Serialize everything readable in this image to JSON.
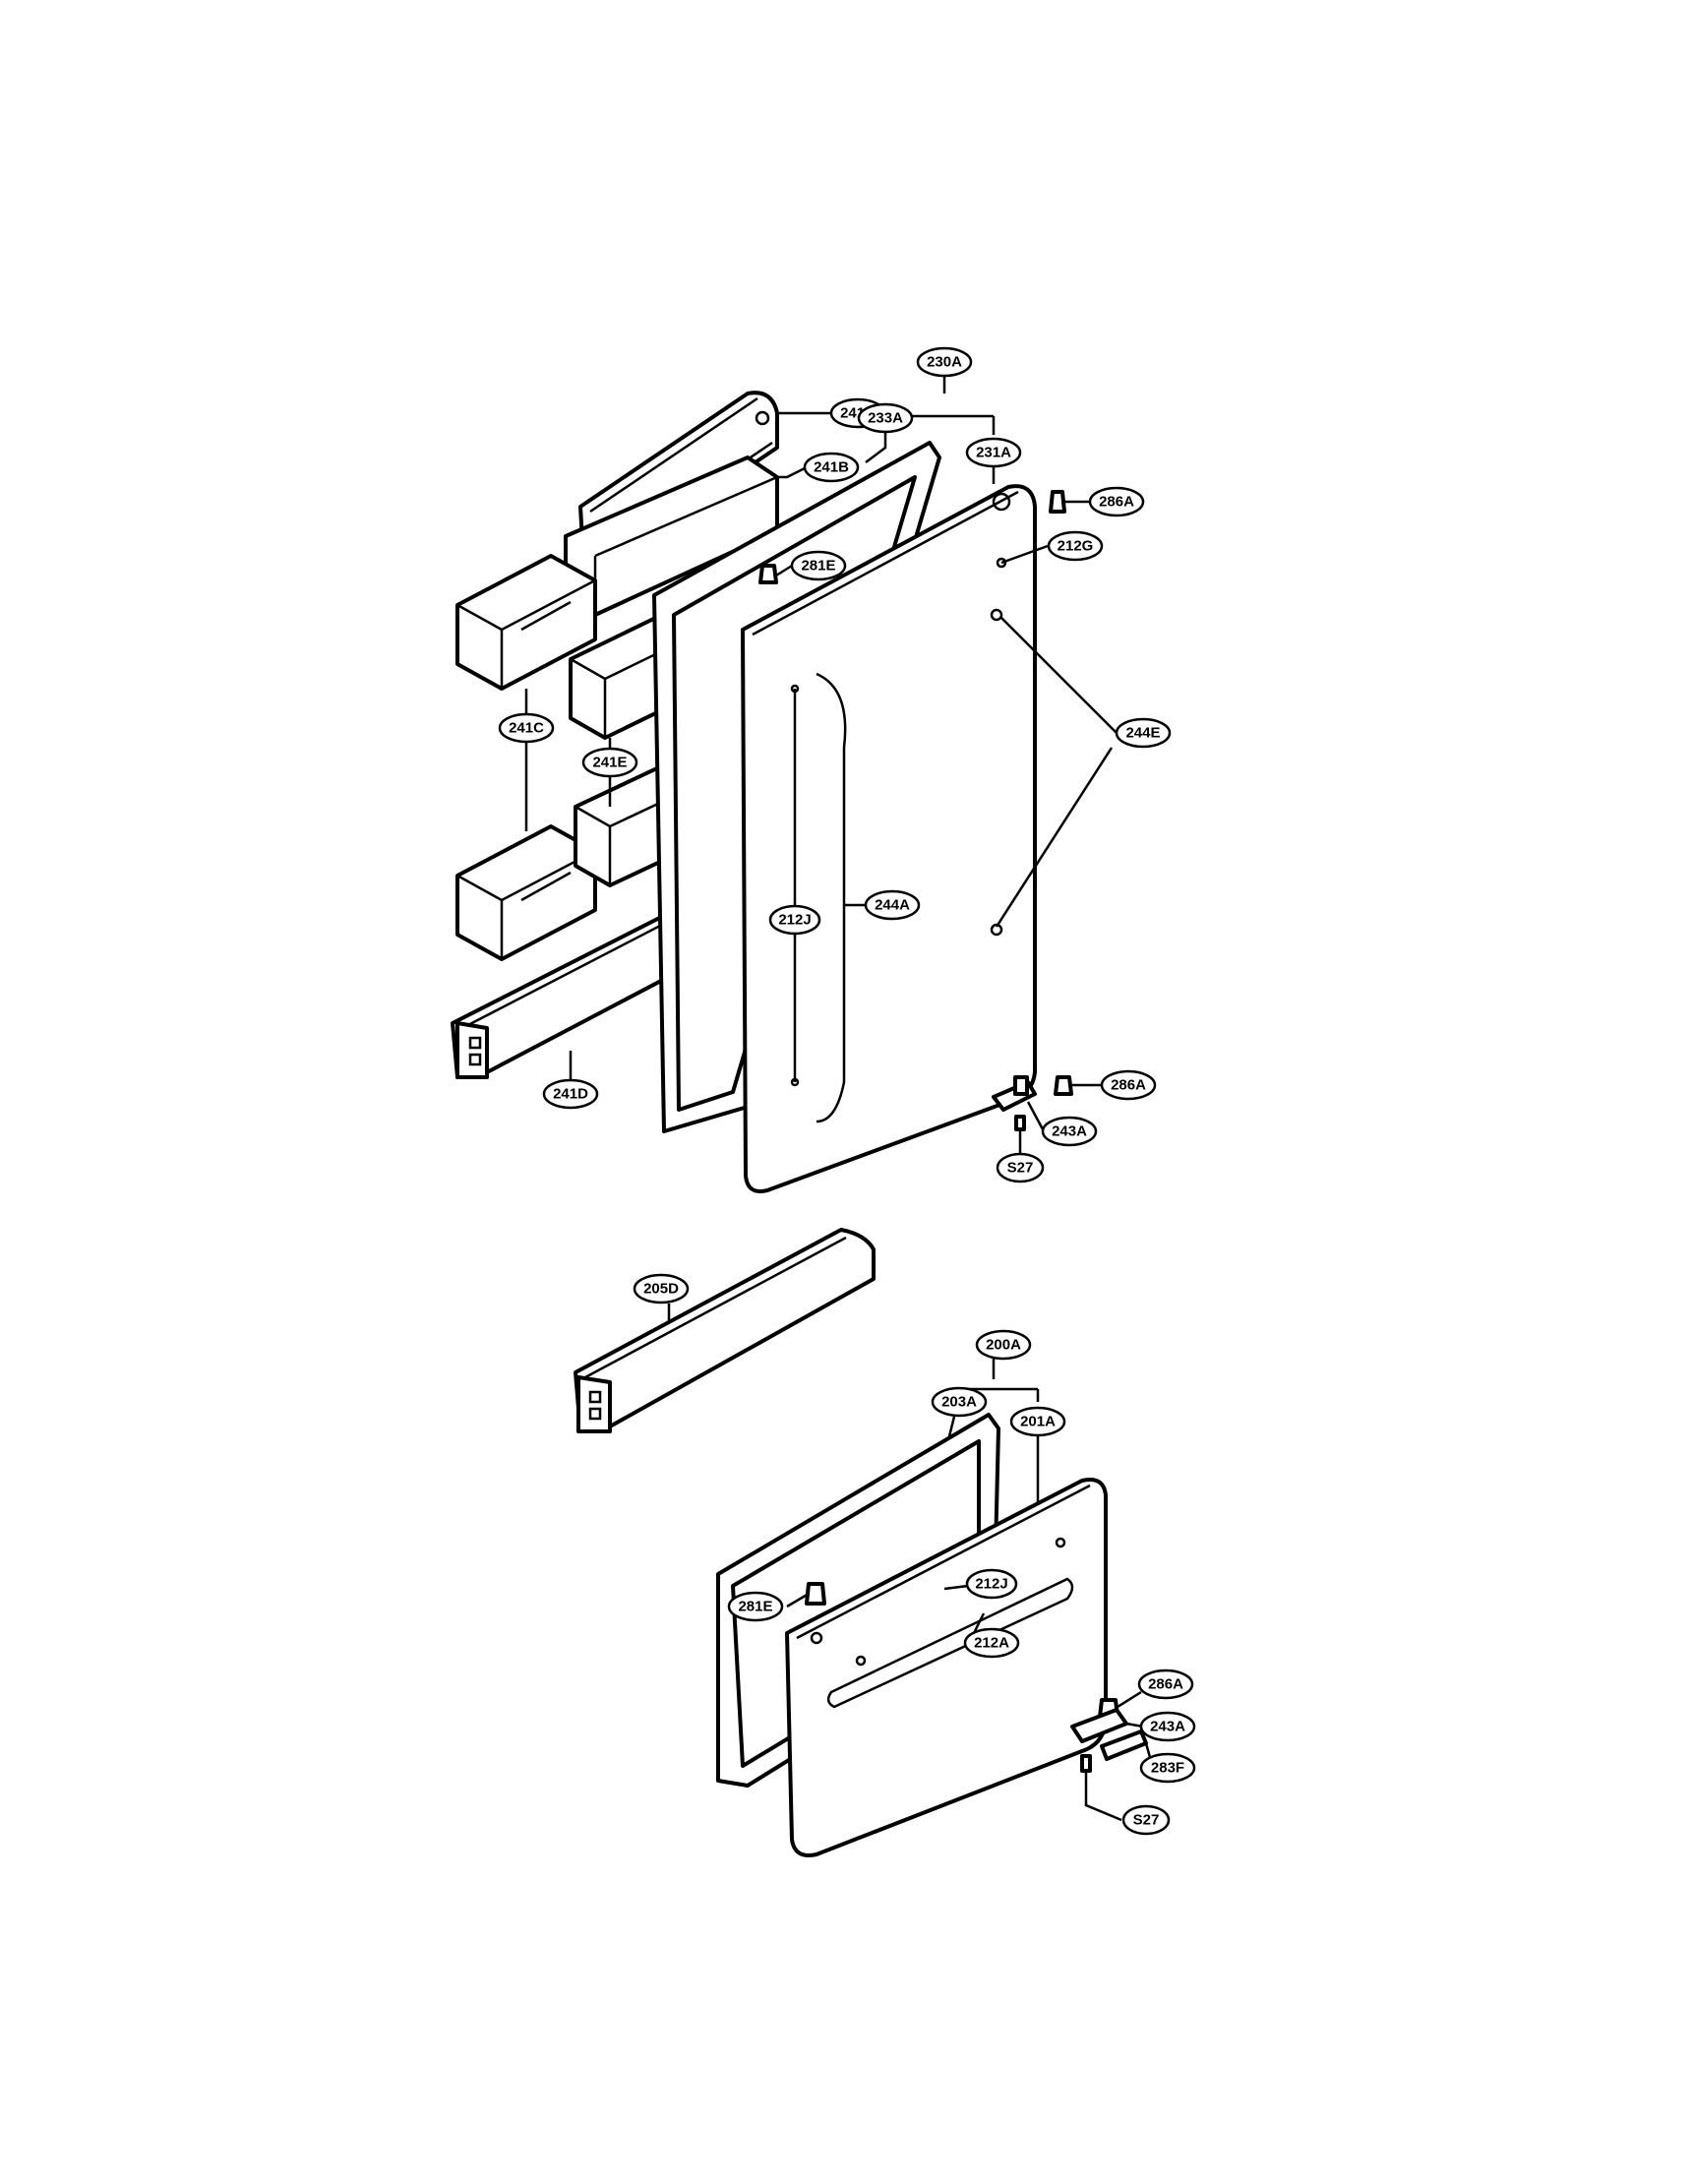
{
  "colors": {
    "line": "#000000",
    "background": "#ffffff"
  },
  "labels": {
    "l230A": "230A",
    "l241A": "241A",
    "l233A": "233A",
    "l231A": "231A",
    "l286A_top": "286A",
    "l241B": "241B",
    "l212G": "212G",
    "l281E_top": "281E",
    "l244E": "244E",
    "l241C": "241C",
    "l241E": "241E",
    "l244A": "244A",
    "l212J_top": "212J",
    "l286A_mid": "286A",
    "l243A_mid": "243A",
    "l241D": "241D",
    "lS27_mid": "S27",
    "l205D": "205D",
    "l200A": "200A",
    "l203A": "203A",
    "l201A": "201A",
    "l281E_bot": "281E",
    "l212J_bot": "212J",
    "l212A": "212A",
    "l286A_bot": "286A",
    "l243A_bot": "243A",
    "l283F": "283F",
    "lS27_bot": "S27"
  }
}
